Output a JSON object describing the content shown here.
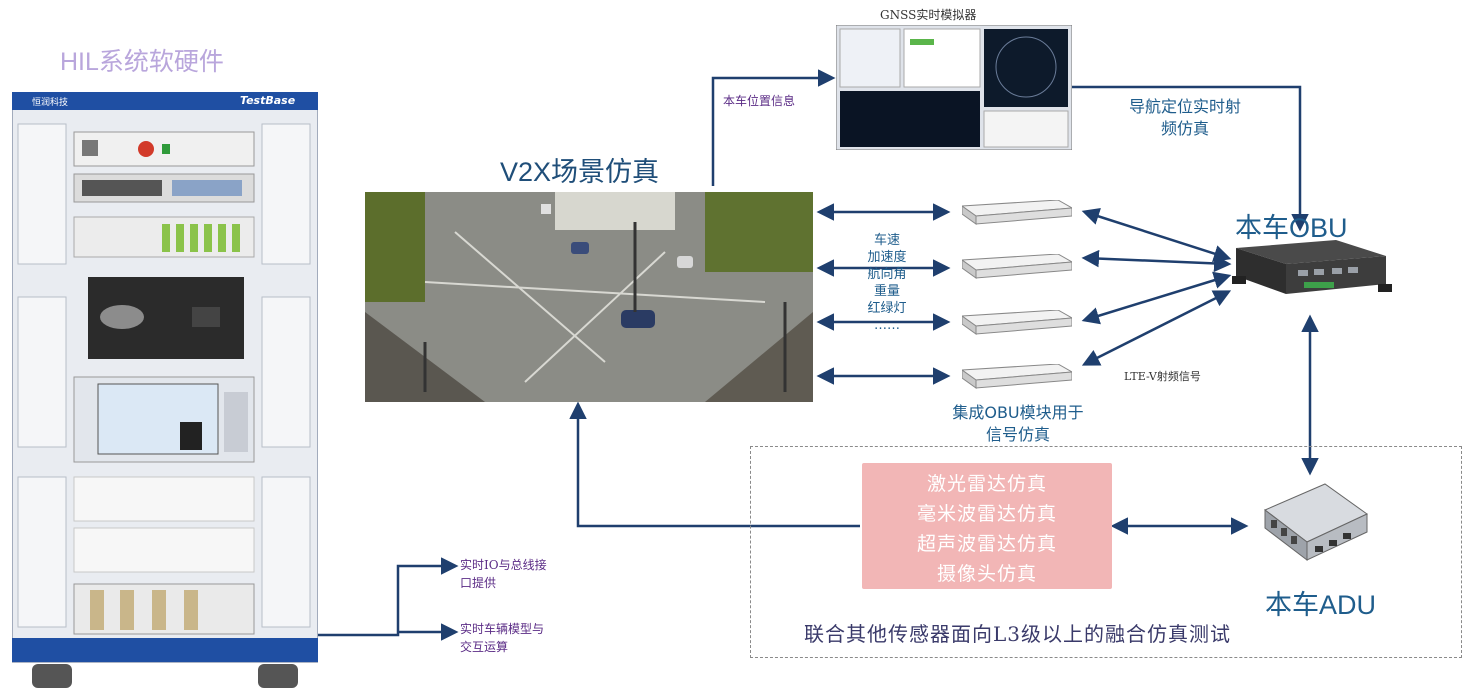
{
  "hil": {
    "title": "HIL系统软硬件",
    "rack_logo": "恒润科技",
    "rack_brand": "TestBase"
  },
  "gnss": {
    "title": "GNSS实时模拟器",
    "position_label": "本车位置信息",
    "nav_label_line1": "导航定位实时射",
    "nav_label_line2": "频仿真"
  },
  "v2x": {
    "title": "V2X场景仿真",
    "signals": [
      "车速",
      "加速度",
      "航向角",
      "重量",
      "红绿灯",
      "……"
    ]
  },
  "obu_module": {
    "label_line1": "集成OBU模块用于",
    "label_line2": "信号仿真",
    "lte_label": "LTE-V射频信号"
  },
  "obu": {
    "title": "本车OBU"
  },
  "adu": {
    "title": "本车ADU"
  },
  "sensors": {
    "items": [
      "激光雷达仿真",
      "毫米波雷达仿真",
      "超声波雷达仿真",
      "摄像头仿真"
    ],
    "fusion_label": "联合其他传感器面向L3级以上的融合仿真测试"
  },
  "io": {
    "label1_line1": "实时IO与总线接",
    "label1_line2": "口提供",
    "label2_line1": "实时车辆模型与",
    "label2_line2": "交互运算"
  },
  "colors": {
    "arrow": "#1f3f6e",
    "sensor_box": "#f2b6b6",
    "title_blue": "#1f5d8c",
    "purple_text": "#5b2c86"
  }
}
